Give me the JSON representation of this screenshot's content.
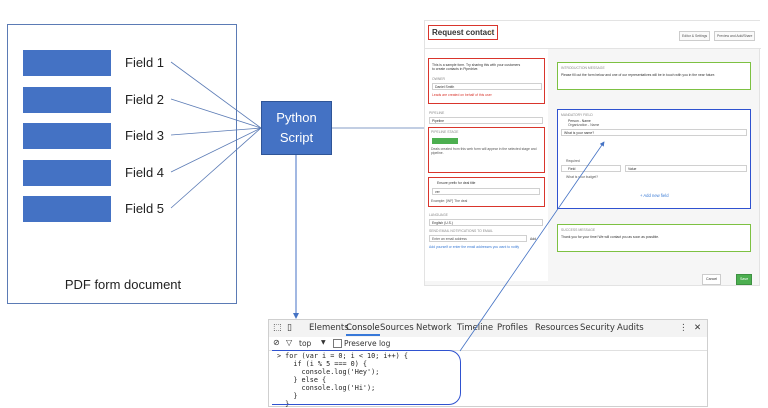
{
  "pdf": {
    "caption": "PDF form document",
    "fields": [
      "Field 1",
      "Field 2",
      "Field 3",
      "Field 4",
      "Field 5"
    ]
  },
  "script_box": {
    "line1": "Python",
    "line2": "Script"
  },
  "form_app": {
    "title": "Request contact",
    "header_buttons": [
      "Editor & Settings",
      "Preview and Add/Share"
    ],
    "intro_text_1": "This is a sample form. Try sharing this with your customers",
    "intro_text_2": "to create contacts in Pipedrive.",
    "owner_label": "OWNER",
    "owner_value": "Daniel Smith",
    "owner_hint": "Leads are created on behalf of this user",
    "pipeline_label": "PIPELINE",
    "pipeline_value": "Pipeline",
    "stage_label": "PIPELINE STAGE",
    "stage_hint_1": "Deals created from this web form will appear in the selected stage and",
    "stage_hint_2": "pipeline.",
    "prefix_label": "Ensure prefix for deal title",
    "prefix_value": "ver",
    "prefix_hint": "Example: [WF] The deal",
    "language_label": "LANGUAGE",
    "language_value": "English (U.S.)",
    "notify_label": "SEND EMAIL NOTIFICATIONS TO EMAIL",
    "notify_placeholder": "Enter an email address",
    "notify_add": "Add",
    "notify_hint": "Add yourself or enter the email addresses you want to notify",
    "intro_msg_label": "INTRODUCTION MESSAGE",
    "intro_msg_text": "Please fill out the form below and one of our representatives will be in touch with you in the near future.",
    "mandatory_label": "MANDATORY FIELD",
    "person_name": "Person - Name",
    "org_name": "Organization - Name",
    "name_question": "What is your name?",
    "required_label": "Required",
    "field_select": "Field",
    "value_select": "Value",
    "budget_question": "What is your budget?",
    "add_field": "+ Add new field",
    "success_label": "SUCCESS MESSAGE",
    "success_text": "Thank you for your time! We will contact you as soon as possible.",
    "cancel": "Cancel",
    "save": "Save"
  },
  "devtools": {
    "tabs": [
      "Elements",
      "Console",
      "Sources",
      "Network",
      "Timeline",
      "Profiles",
      "Resources",
      "Security",
      "Audits"
    ],
    "active_tab": "Console",
    "filter_context": "top",
    "preserve_log": "Preserve log",
    "code": [
      "> for (var i = 0; i < 10; i++) {",
      "    if (i % 5 === 0) {",
      "      console.log('Hey');",
      "    } else {",
      "      console.log('Hi');",
      "    }",
      "  }"
    ]
  },
  "colors": {
    "field_blue": "#4472c4",
    "red_highlight": "#d9352c",
    "green_highlight": "#7dc142",
    "blue_highlight": "#2f52d0"
  }
}
